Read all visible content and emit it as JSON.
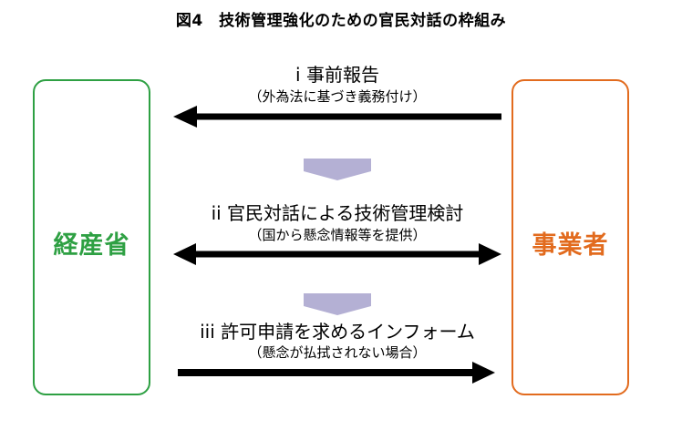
{
  "title": "図4　技術管理強化のための官民対話の枠組み",
  "left_entity": {
    "label": "経産省",
    "color": "#2ea043"
  },
  "right_entity": {
    "label": "事業者",
    "color": "#e26b1e"
  },
  "steps": [
    {
      "title": "i 事前報告",
      "subtitle": "（外為法に基づき義務付け）",
      "direction": "right-to-left"
    },
    {
      "title": "ii 官民対話による技術管理検討",
      "subtitle": "（国から懸念情報等を提供）",
      "direction": "both"
    },
    {
      "title": "iii 許可申請を求めるインフォーム",
      "subtitle": "（懸念が払拭されない場合）",
      "direction": "left-to-right"
    }
  ],
  "colors": {
    "arrow": "#000000",
    "step_connector": "#b4b0d4"
  }
}
